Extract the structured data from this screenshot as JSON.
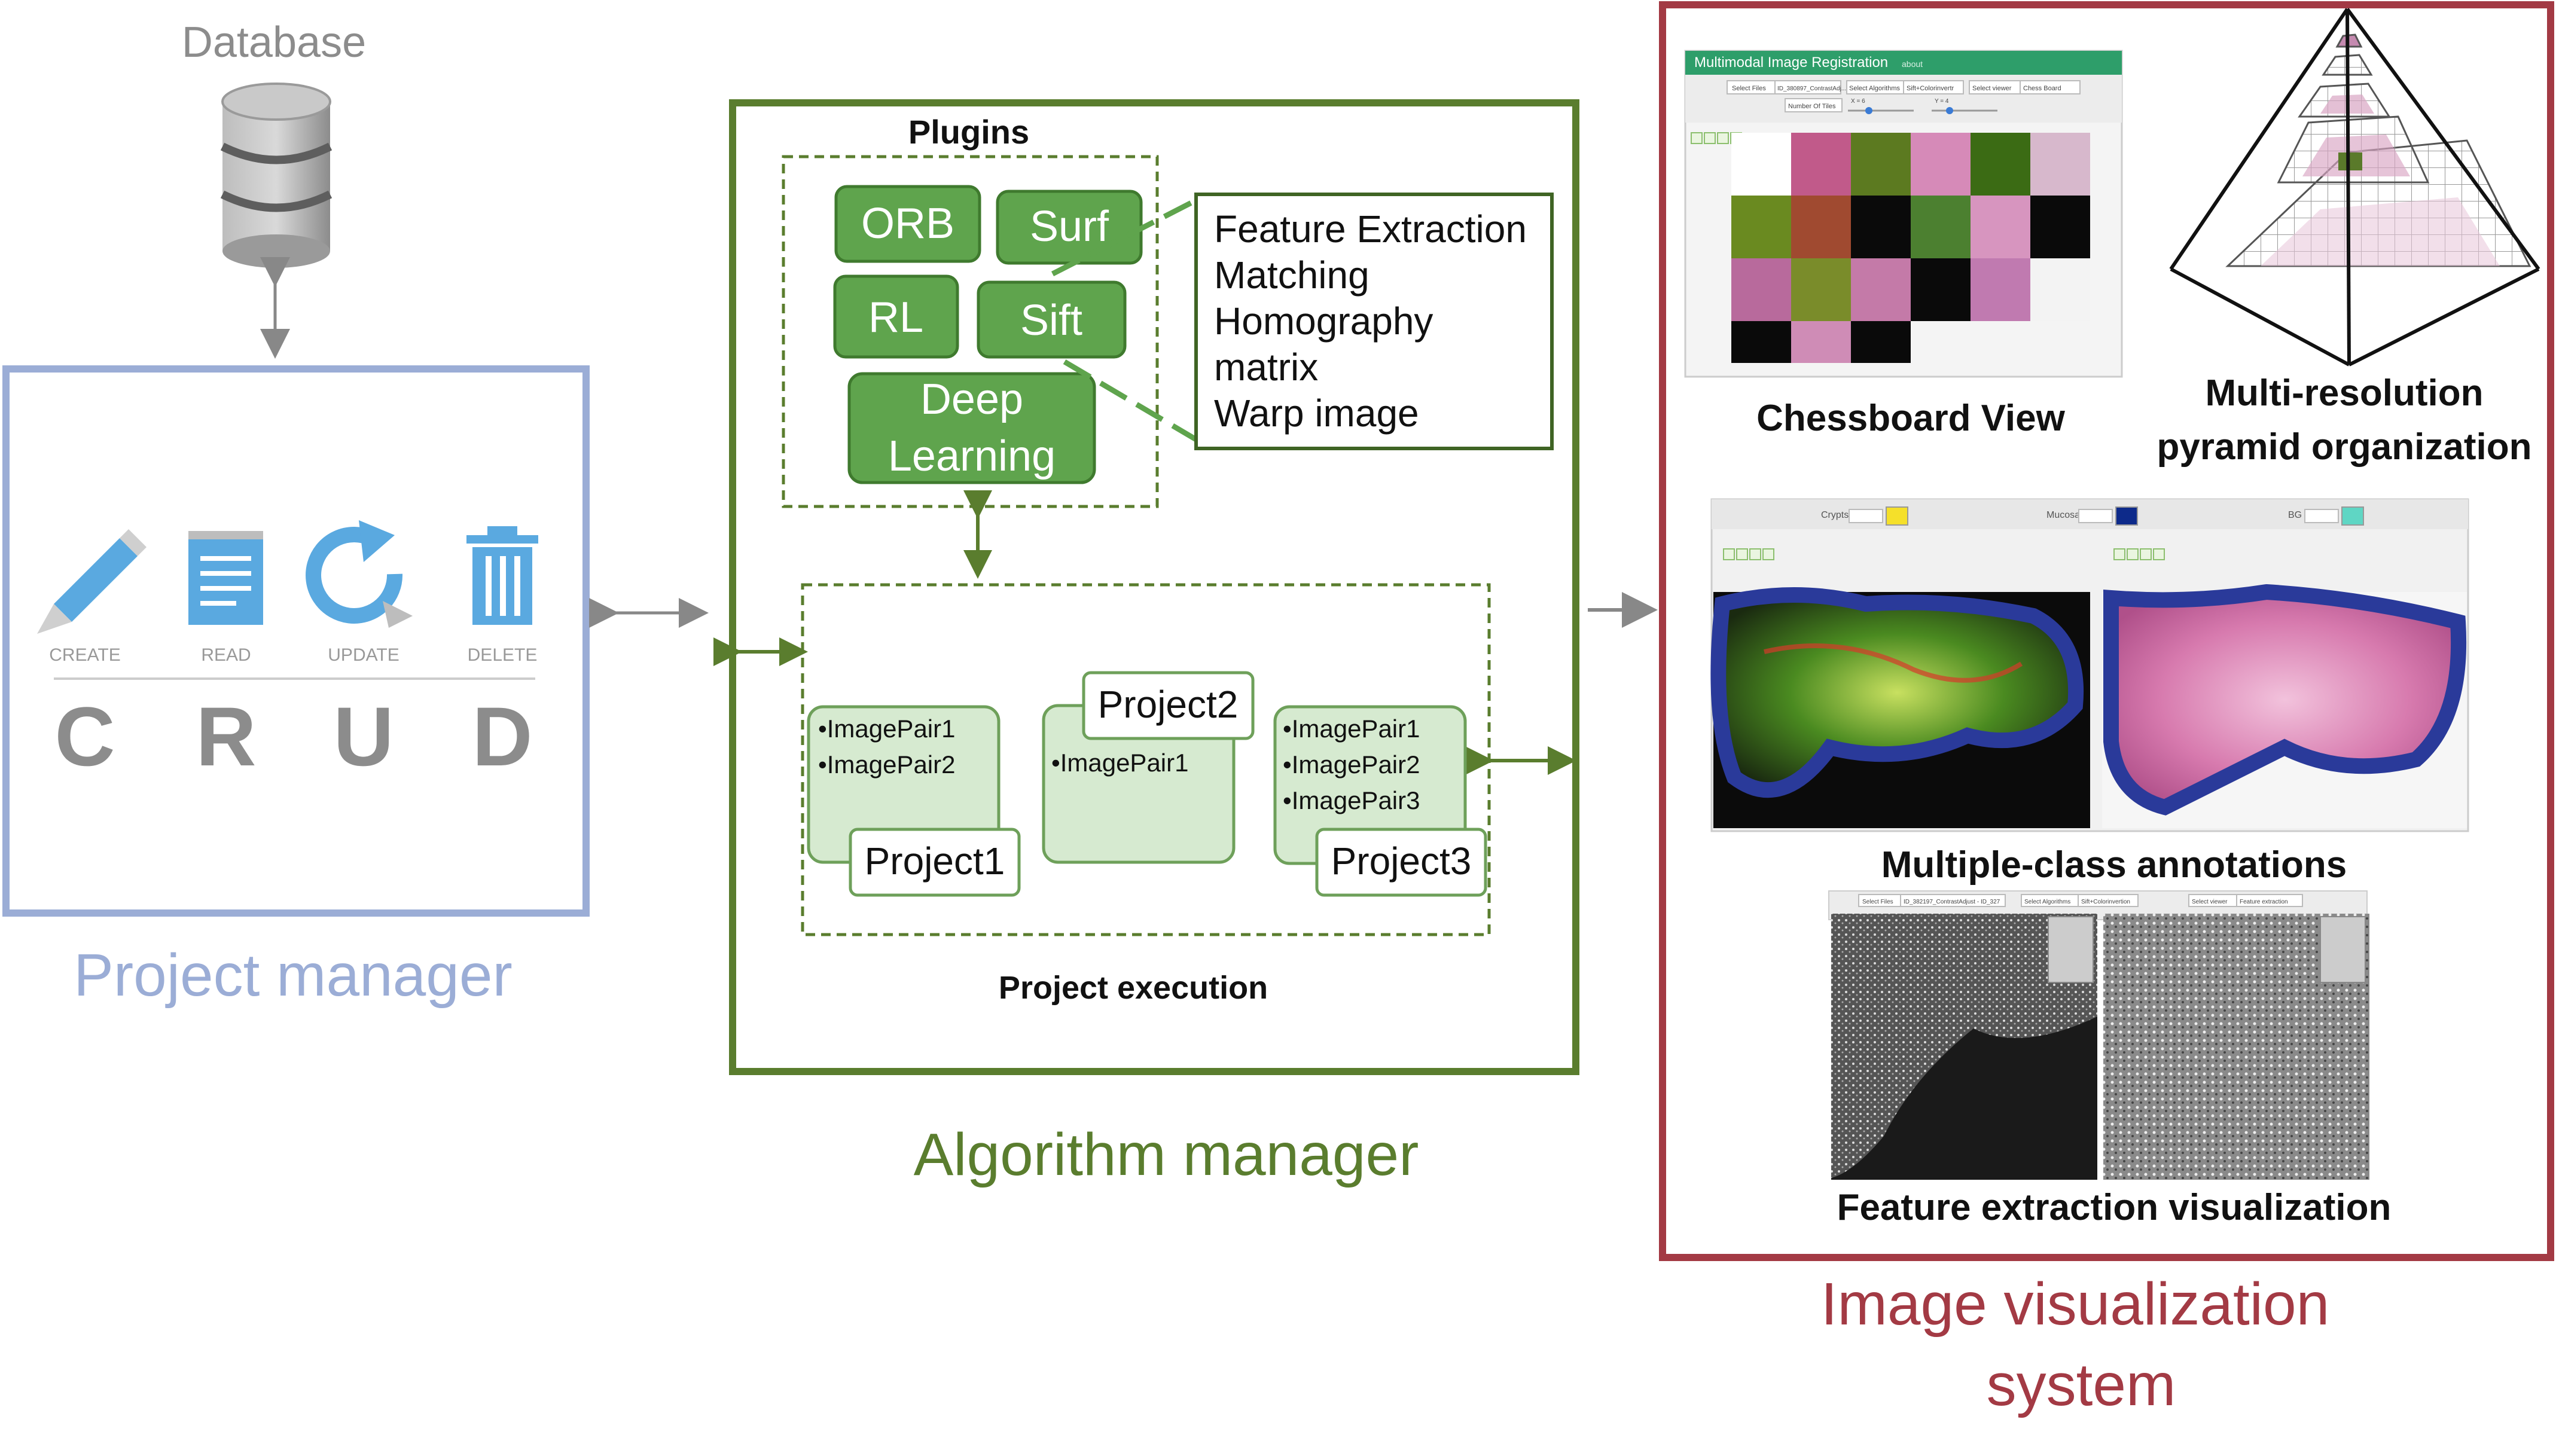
{
  "database": {
    "label": "Database"
  },
  "project_manager": {
    "title": "Project manager",
    "crud_labels": [
      "CREATE",
      "READ",
      "UPDATE",
      "DELETE"
    ],
    "crud_letters": [
      "C",
      "R",
      "U",
      "D"
    ]
  },
  "algorithm_manager": {
    "title": "Algorithm manager",
    "plugins_title": "Plugins",
    "plugins": {
      "orb": "ORB",
      "surf": "Surf",
      "rl": "RL",
      "sift": "Sift",
      "deep_line1": "Deep",
      "deep_line2": "Learning"
    },
    "steps": [
      "Feature Extraction",
      "Matching",
      "Homography",
      "matrix",
      "Warp image"
    ],
    "project_execution_title": "Project execution",
    "projects": {
      "p1": {
        "name": "Project1",
        "items": [
          "•ImagePair1",
          "•ImagePair2"
        ]
      },
      "p2": {
        "name": "Project2",
        "items": [
          "•ImagePair1"
        ]
      },
      "p3": {
        "name": "Project3",
        "items": [
          "•ImagePair1",
          "•ImagePair2",
          "•ImagePair3"
        ]
      }
    }
  },
  "image_viz": {
    "title_line1": "Image visualization",
    "title_line2": "system",
    "chessboard": {
      "caption": "Chessboard View",
      "app_title": "Multimodal Image Registration",
      "app_badge": "about",
      "select_files": "Select Files",
      "files_value": "ID_380897_ContrastAdj...",
      "select_algorithms": "Select Algorithms",
      "algorithm_value": "Sift+Colorinvertr",
      "select_viewer": "Select viewer",
      "viewer_value": "Chess Board",
      "number_of_tiles": "Number Of Tiles",
      "slider_x": "X = 6",
      "slider_y": "Y = 4"
    },
    "pyramid": {
      "caption_line1": "Multi-resolution",
      "caption_line2": "pyramid organization"
    },
    "annotations": {
      "caption": "Multiple-class annotations",
      "class1": "Crypts",
      "class2": "Mucosa",
      "class3": "BG",
      "color1": "#f5e02a",
      "color2": "#0d2a8a",
      "color3": "#5fd6c4"
    },
    "feature": {
      "caption": "Feature extraction visualization",
      "select_files": "Select Files",
      "files_value": "ID_382197_ContrastAdjust - ID_327",
      "select_algorithms": "Select Algorithms",
      "algorithm_value": "Sift+Colorinvertion",
      "select_viewer": "Select viewer",
      "viewer_value": "Feature extraction"
    }
  },
  "colors": {
    "blue_frame": "#9badd6",
    "green_frame": "#5a7d2e",
    "plugin_fill": "#5fa44d",
    "project_fill": "#d6ead0",
    "red_frame": "#a33a44",
    "gray": "#888888",
    "crud_icon": "#5aa9e0"
  }
}
